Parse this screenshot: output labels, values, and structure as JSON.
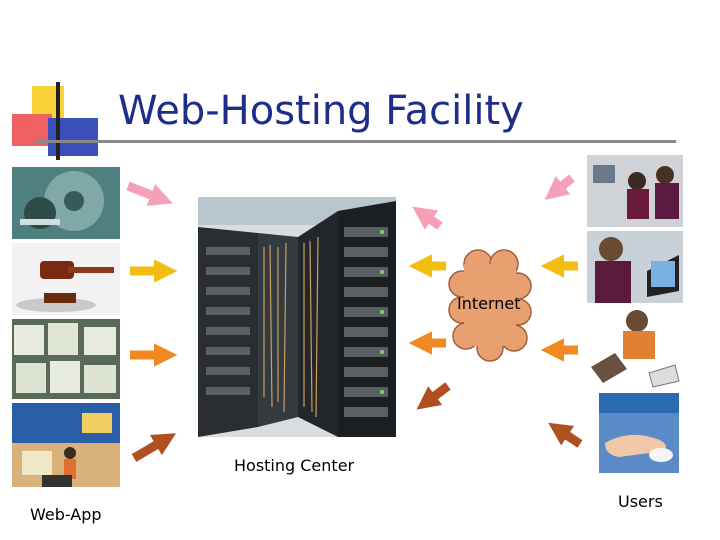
{
  "slide": {
    "title": "Web-Hosting Facility",
    "hosting_center_label": "Hosting Center",
    "internet_label": "Internet",
    "webapp_label": "Web-App",
    "users_label": "Users"
  },
  "colors": {
    "title": "#1f2d8a",
    "cloud": "#e8a070",
    "arrow_pink": "#f4a0b8",
    "arrow_yellow": "#f2bd10",
    "arrow_orange": "#f08a20",
    "arrow_brown": "#b0501e"
  },
  "images": {
    "webapp": [
      "film-reel-photo",
      "gavel-photo",
      "money-stack-photo",
      "shop-interior-photo"
    ],
    "users": [
      "students-at-computers-photo",
      "woman-with-laptop-photo",
      "man-with-laptop-photo",
      "hand-on-mouse-photo"
    ],
    "center": "server-racks-photo"
  }
}
